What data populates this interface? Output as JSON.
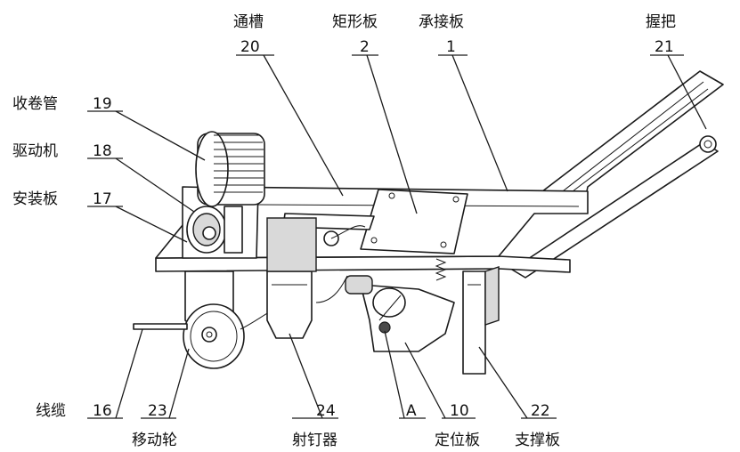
{
  "callouts": [
    {
      "name": "通槽",
      "number": "20"
    },
    {
      "name": "矩形板",
      "number": "2"
    },
    {
      "name": "承接板",
      "number": "1"
    },
    {
      "name": "握把",
      "number": "21"
    },
    {
      "name": "收卷管",
      "number": "19"
    },
    {
      "name": "驱动机",
      "number": "18"
    },
    {
      "name": "安装板",
      "number": "17"
    },
    {
      "name": "线缆",
      "number": "16"
    },
    {
      "name": "移动轮",
      "number": "23"
    },
    {
      "name": "射钉器",
      "number": "24"
    },
    {
      "name": "",
      "number": "A"
    },
    {
      "name": "定位板",
      "number": "10"
    },
    {
      "name": "支撑板",
      "number": "22"
    }
  ]
}
